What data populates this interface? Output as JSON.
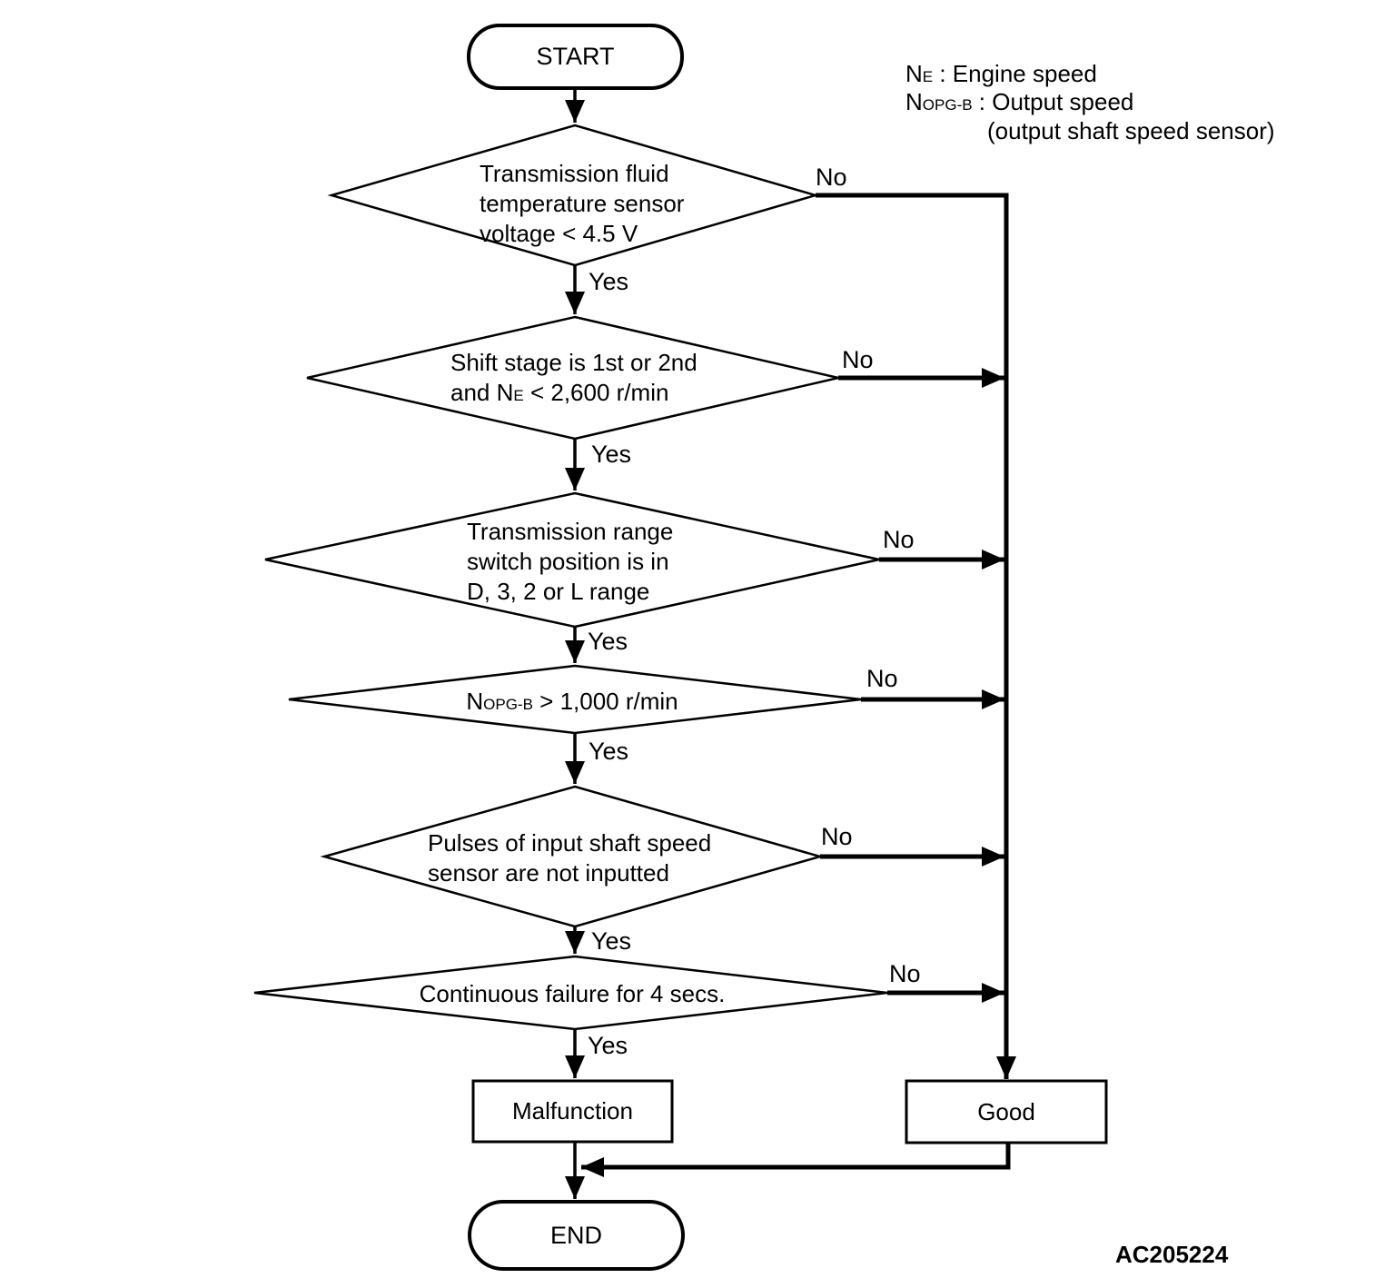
{
  "page": {
    "background": "#ffffff",
    "ink": "#000000"
  },
  "labels": {
    "yes": "Yes",
    "no": "No"
  },
  "terminators": {
    "start": "START",
    "end": "END"
  },
  "results": {
    "malfunction": "Malfunction",
    "good": "Good"
  },
  "decisions": {
    "d1": {
      "lines": [
        "Transmission fluid",
        "temperature sensor",
        "voltage < 4.5 V"
      ]
    },
    "d2": {
      "line1": "Shift stage is 1st or 2nd",
      "line2_pre": "and N",
      "line2_sub": "E",
      "line2_post": " < 2,600 r/min"
    },
    "d3": {
      "lines": [
        "Transmission range",
        "switch position is in",
        "D, 3, 2 or L range"
      ]
    },
    "d4": {
      "pre": "N",
      "sub": "OPG-B",
      "post": " > 1,000 r/min"
    },
    "d5": {
      "lines": [
        "Pulses of input shaft speed",
        "sensor are not inputted"
      ]
    },
    "d6": {
      "text": "Continuous failure for 4 secs."
    }
  },
  "legend": {
    "line1_pre": "N",
    "line1_sub": "E",
    "line1_post": " : Engine speed",
    "line2_pre": "N",
    "line2_sub": "OPG-B",
    "line2_post": " : Output speed",
    "line3": "(output shaft speed sensor)"
  },
  "figure_code": "AC205224"
}
